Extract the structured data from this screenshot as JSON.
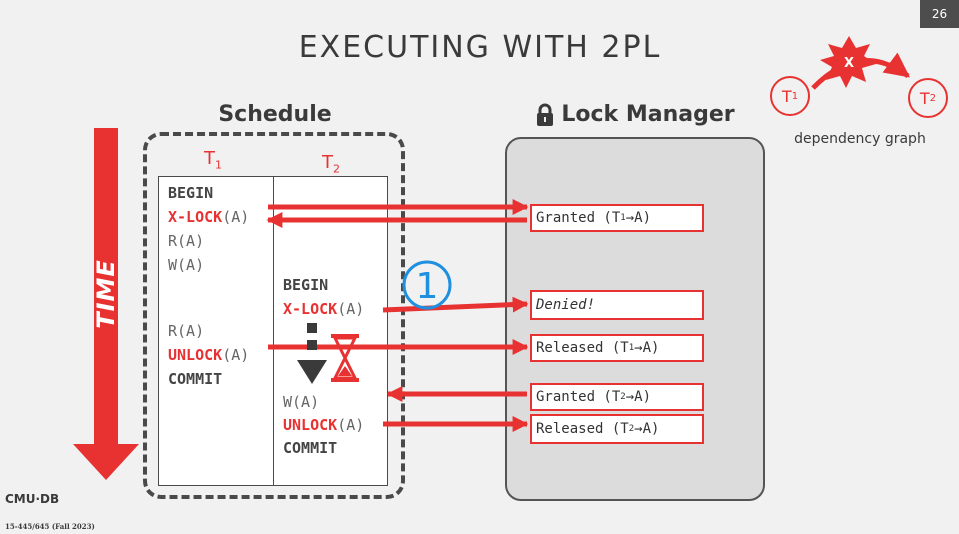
{
  "slide": {
    "number": "26",
    "title": "EXECUTING WITH 2PL",
    "time_label": "TIME",
    "footer_logo": "CMU·DB",
    "footer_course": "15-445/645 (Fall 2023)"
  },
  "schedule": {
    "label": "Schedule",
    "t1_header": "T",
    "t1_sub": "1",
    "t2_header": "T",
    "t2_sub": "2",
    "t1_ops": [
      "BEGIN",
      "X-LOCK",
      "(A)",
      "R(A)",
      "W(A)",
      "R(A)",
      "UNLOCK",
      "(A)",
      "COMMIT"
    ],
    "t2_ops": [
      "BEGIN",
      "X-LOCK",
      "(A)",
      "W(A)",
      "UNLOCK",
      "(A)",
      "COMMIT"
    ]
  },
  "lock_manager": {
    "label": "Lock Manager",
    "responses": [
      {
        "text": "Granted (T",
        "sub": "1",
        "tail": "→A)"
      },
      {
        "text": "Denied!",
        "sub": "",
        "tail": ""
      },
      {
        "text": "Released (T",
        "sub": "1",
        "tail": "→A)"
      },
      {
        "text": "Granted (T",
        "sub": "2",
        "tail": "→A)"
      },
      {
        "text": "Released (T",
        "sub": "2",
        "tail": "→A)"
      }
    ]
  },
  "annotation": {
    "step_number": "1"
  },
  "dependency_graph": {
    "caption": "dependency graph",
    "node1": "T",
    "node1_sub": "1",
    "node2": "T",
    "node2_sub": "2",
    "edge_mark": "X"
  },
  "colors": {
    "accent": "#e83232",
    "annotation_blue": "#1f8fe0",
    "lock_box": "#dcdcdc"
  }
}
